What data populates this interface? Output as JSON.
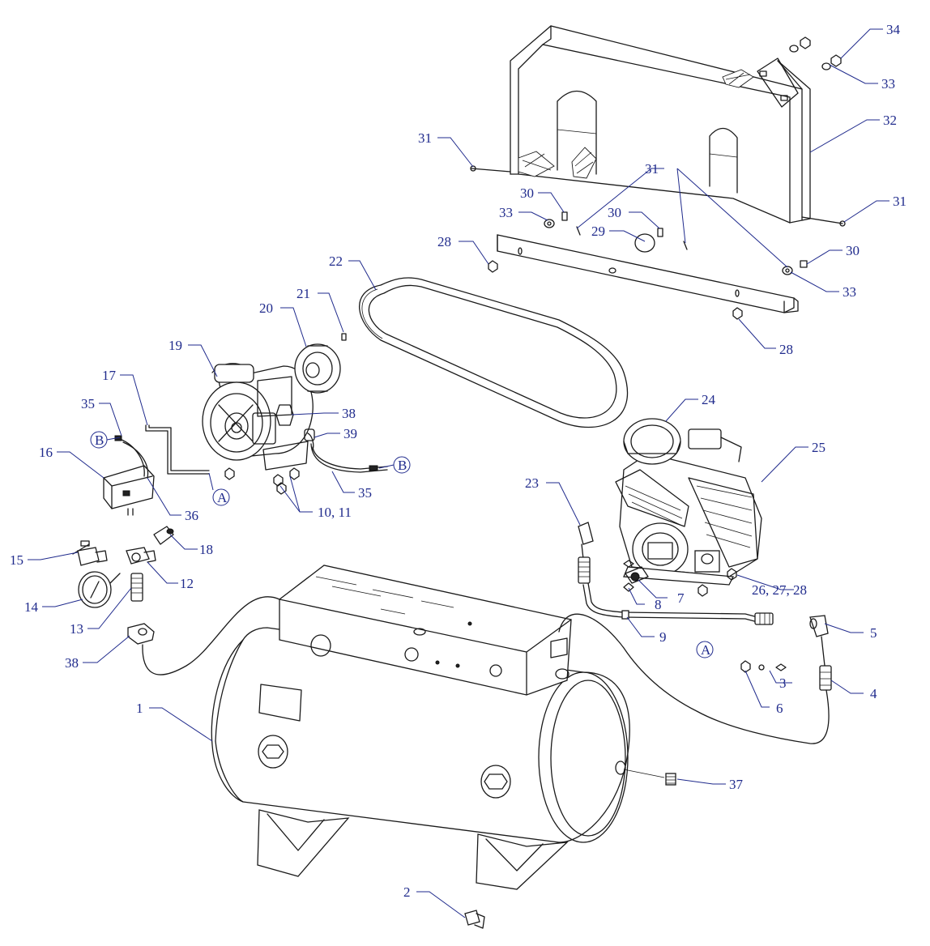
{
  "diagram": {
    "callouts": [
      {
        "id": "c1",
        "label": "1"
      },
      {
        "id": "c2",
        "label": "2"
      },
      {
        "id": "c3",
        "label": "3"
      },
      {
        "id": "c4",
        "label": "4"
      },
      {
        "id": "c5",
        "label": "5"
      },
      {
        "id": "c6",
        "label": "6"
      },
      {
        "id": "c7",
        "label": "7"
      },
      {
        "id": "c8",
        "label": "8"
      },
      {
        "id": "c9",
        "label": "9"
      },
      {
        "id": "c1011",
        "label": "10, 11"
      },
      {
        "id": "c12",
        "label": "12"
      },
      {
        "id": "c13",
        "label": "13"
      },
      {
        "id": "c14",
        "label": "14"
      },
      {
        "id": "c15",
        "label": "15"
      },
      {
        "id": "c16",
        "label": "16"
      },
      {
        "id": "c17",
        "label": "17"
      },
      {
        "id": "c18",
        "label": "18"
      },
      {
        "id": "c19",
        "label": "19"
      },
      {
        "id": "c20",
        "label": "20"
      },
      {
        "id": "c21",
        "label": "21"
      },
      {
        "id": "c22",
        "label": "22"
      },
      {
        "id": "c23",
        "label": "23"
      },
      {
        "id": "c24",
        "label": "24"
      },
      {
        "id": "c25",
        "label": "25"
      },
      {
        "id": "c262728",
        "label": "26, 27, 28"
      },
      {
        "id": "c28a",
        "label": "28"
      },
      {
        "id": "c28b",
        "label": "28"
      },
      {
        "id": "c29",
        "label": "29"
      },
      {
        "id": "c30a",
        "label": "30"
      },
      {
        "id": "c30b",
        "label": "30"
      },
      {
        "id": "c30c",
        "label": "30"
      },
      {
        "id": "c31a",
        "label": "31"
      },
      {
        "id": "c31b",
        "label": "31"
      },
      {
        "id": "c31c",
        "label": "31"
      },
      {
        "id": "c32",
        "label": "32"
      },
      {
        "id": "c33a",
        "label": "33"
      },
      {
        "id": "c33b",
        "label": "33"
      },
      {
        "id": "c33c",
        "label": "33"
      },
      {
        "id": "c34",
        "label": "34"
      },
      {
        "id": "c35a",
        "label": "35"
      },
      {
        "id": "c35b",
        "label": "35"
      },
      {
        "id": "c36",
        "label": "36"
      },
      {
        "id": "c37",
        "label": "37"
      },
      {
        "id": "c38a",
        "label": "38"
      },
      {
        "id": "c38b",
        "label": "38"
      },
      {
        "id": "c39",
        "label": "39"
      }
    ],
    "connectors": {
      "a1": "A",
      "a2": "A",
      "b1": "B",
      "b2": "B"
    },
    "colors": {
      "callout": "#1f2a8c",
      "line_art": "#1a1a1a"
    }
  }
}
